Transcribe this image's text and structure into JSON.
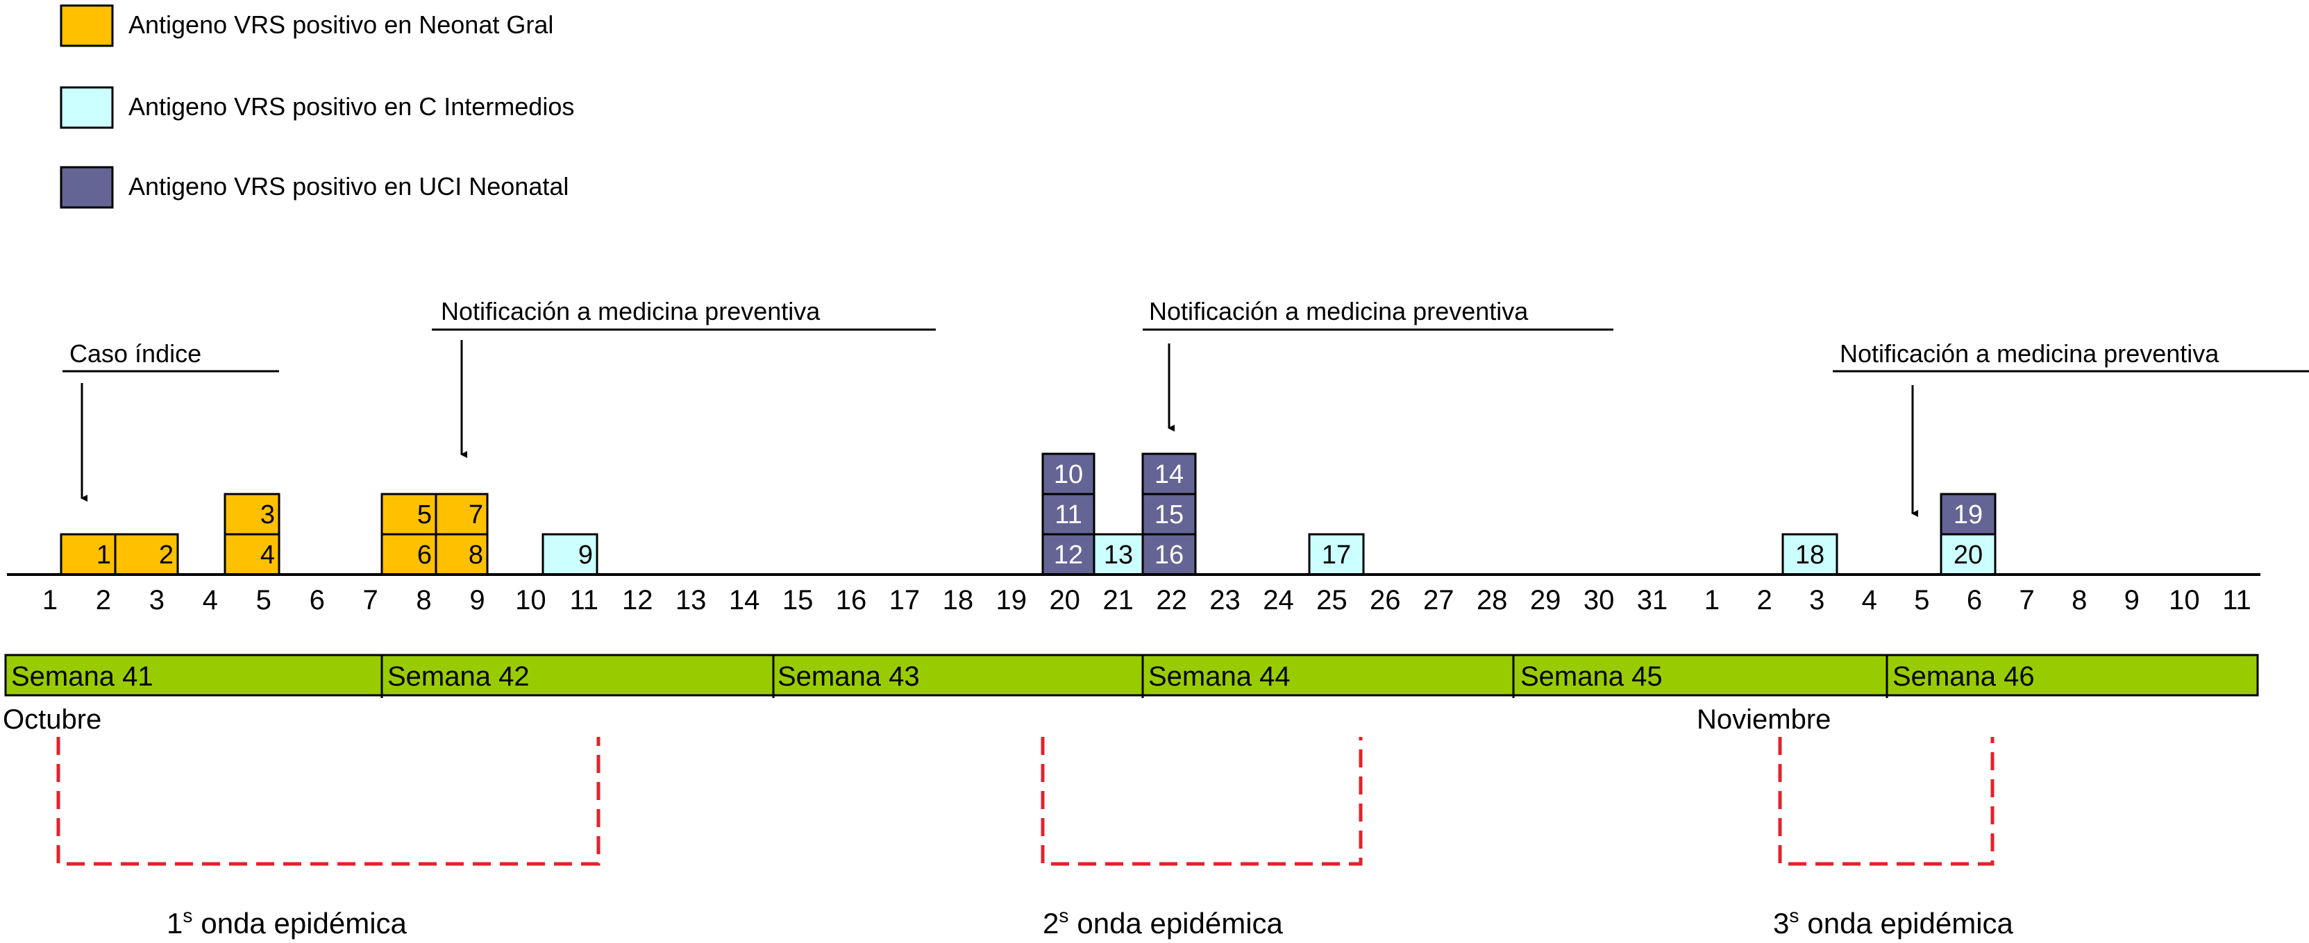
{
  "legend": [
    {
      "label": "Antigeno VRS positivo en Neonat Gral",
      "color": "#ffc000"
    },
    {
      "label": "Antigeno VRS positivo en C Intermedios",
      "color": "#ccffff"
    },
    {
      "label": "Antigeno VRS positivo en UCI Neonatal",
      "color": "#646495"
    }
  ],
  "colors": {
    "neonat": "#ffc000",
    "intermedios": "#ccffff",
    "uci": "#646495",
    "weeks": "#99cc00",
    "waves": "#e3222b"
  },
  "axis": {
    "october_days": [
      "1",
      "2",
      "3",
      "4",
      "5",
      "6",
      "7",
      "8",
      "9",
      "10",
      "11",
      "12",
      "13",
      "14",
      "15",
      "16",
      "17",
      "18",
      "19",
      "20",
      "21",
      "22",
      "23",
      "24",
      "25",
      "26",
      "27",
      "28",
      "29",
      "30",
      "31"
    ],
    "november_days": [
      "1",
      "2",
      "3",
      "4",
      "5",
      "6",
      "7",
      "8",
      "9",
      "10",
      "11"
    ]
  },
  "months": [
    "Octubre",
    "Noviembre"
  ],
  "weeks": [
    "Semana 41",
    "Semana 42",
    "Semana 43",
    "Semana 44",
    "Semana 45",
    "Semana 46"
  ],
  "annotations": [
    {
      "label": "Caso índice"
    },
    {
      "label": "Notificación a medicina preventiva"
    },
    {
      "label": "Notificación a medicina preventiva"
    },
    {
      "label": "Notificación a medicina preventiva"
    }
  ],
  "cases": [
    {
      "n": "1",
      "unit": "neonat"
    },
    {
      "n": "2",
      "unit": "neonat"
    },
    {
      "n": "3",
      "unit": "neonat"
    },
    {
      "n": "4",
      "unit": "neonat"
    },
    {
      "n": "5",
      "unit": "neonat"
    },
    {
      "n": "6",
      "unit": "neonat"
    },
    {
      "n": "7",
      "unit": "neonat"
    },
    {
      "n": "8",
      "unit": "neonat"
    },
    {
      "n": "9",
      "unit": "intermedios"
    },
    {
      "n": "10",
      "unit": "uci"
    },
    {
      "n": "11",
      "unit": "uci"
    },
    {
      "n": "12",
      "unit": "uci"
    },
    {
      "n": "13",
      "unit": "intermedios"
    },
    {
      "n": "14",
      "unit": "uci"
    },
    {
      "n": "15",
      "unit": "uci"
    },
    {
      "n": "16",
      "unit": "uci"
    },
    {
      "n": "17",
      "unit": "intermedios"
    },
    {
      "n": "18",
      "unit": "intermedios"
    },
    {
      "n": "19",
      "unit": "uci"
    },
    {
      "n": "20",
      "unit": "intermedios"
    }
  ],
  "waves": [
    {
      "ordinal": "1",
      "sup": "s",
      "label": "onda epidémica"
    },
    {
      "ordinal": "2",
      "sup": "s",
      "label": "onda epidémica"
    },
    {
      "ordinal": "3",
      "sup": "s",
      "label": "onda epidémica"
    }
  ]
}
